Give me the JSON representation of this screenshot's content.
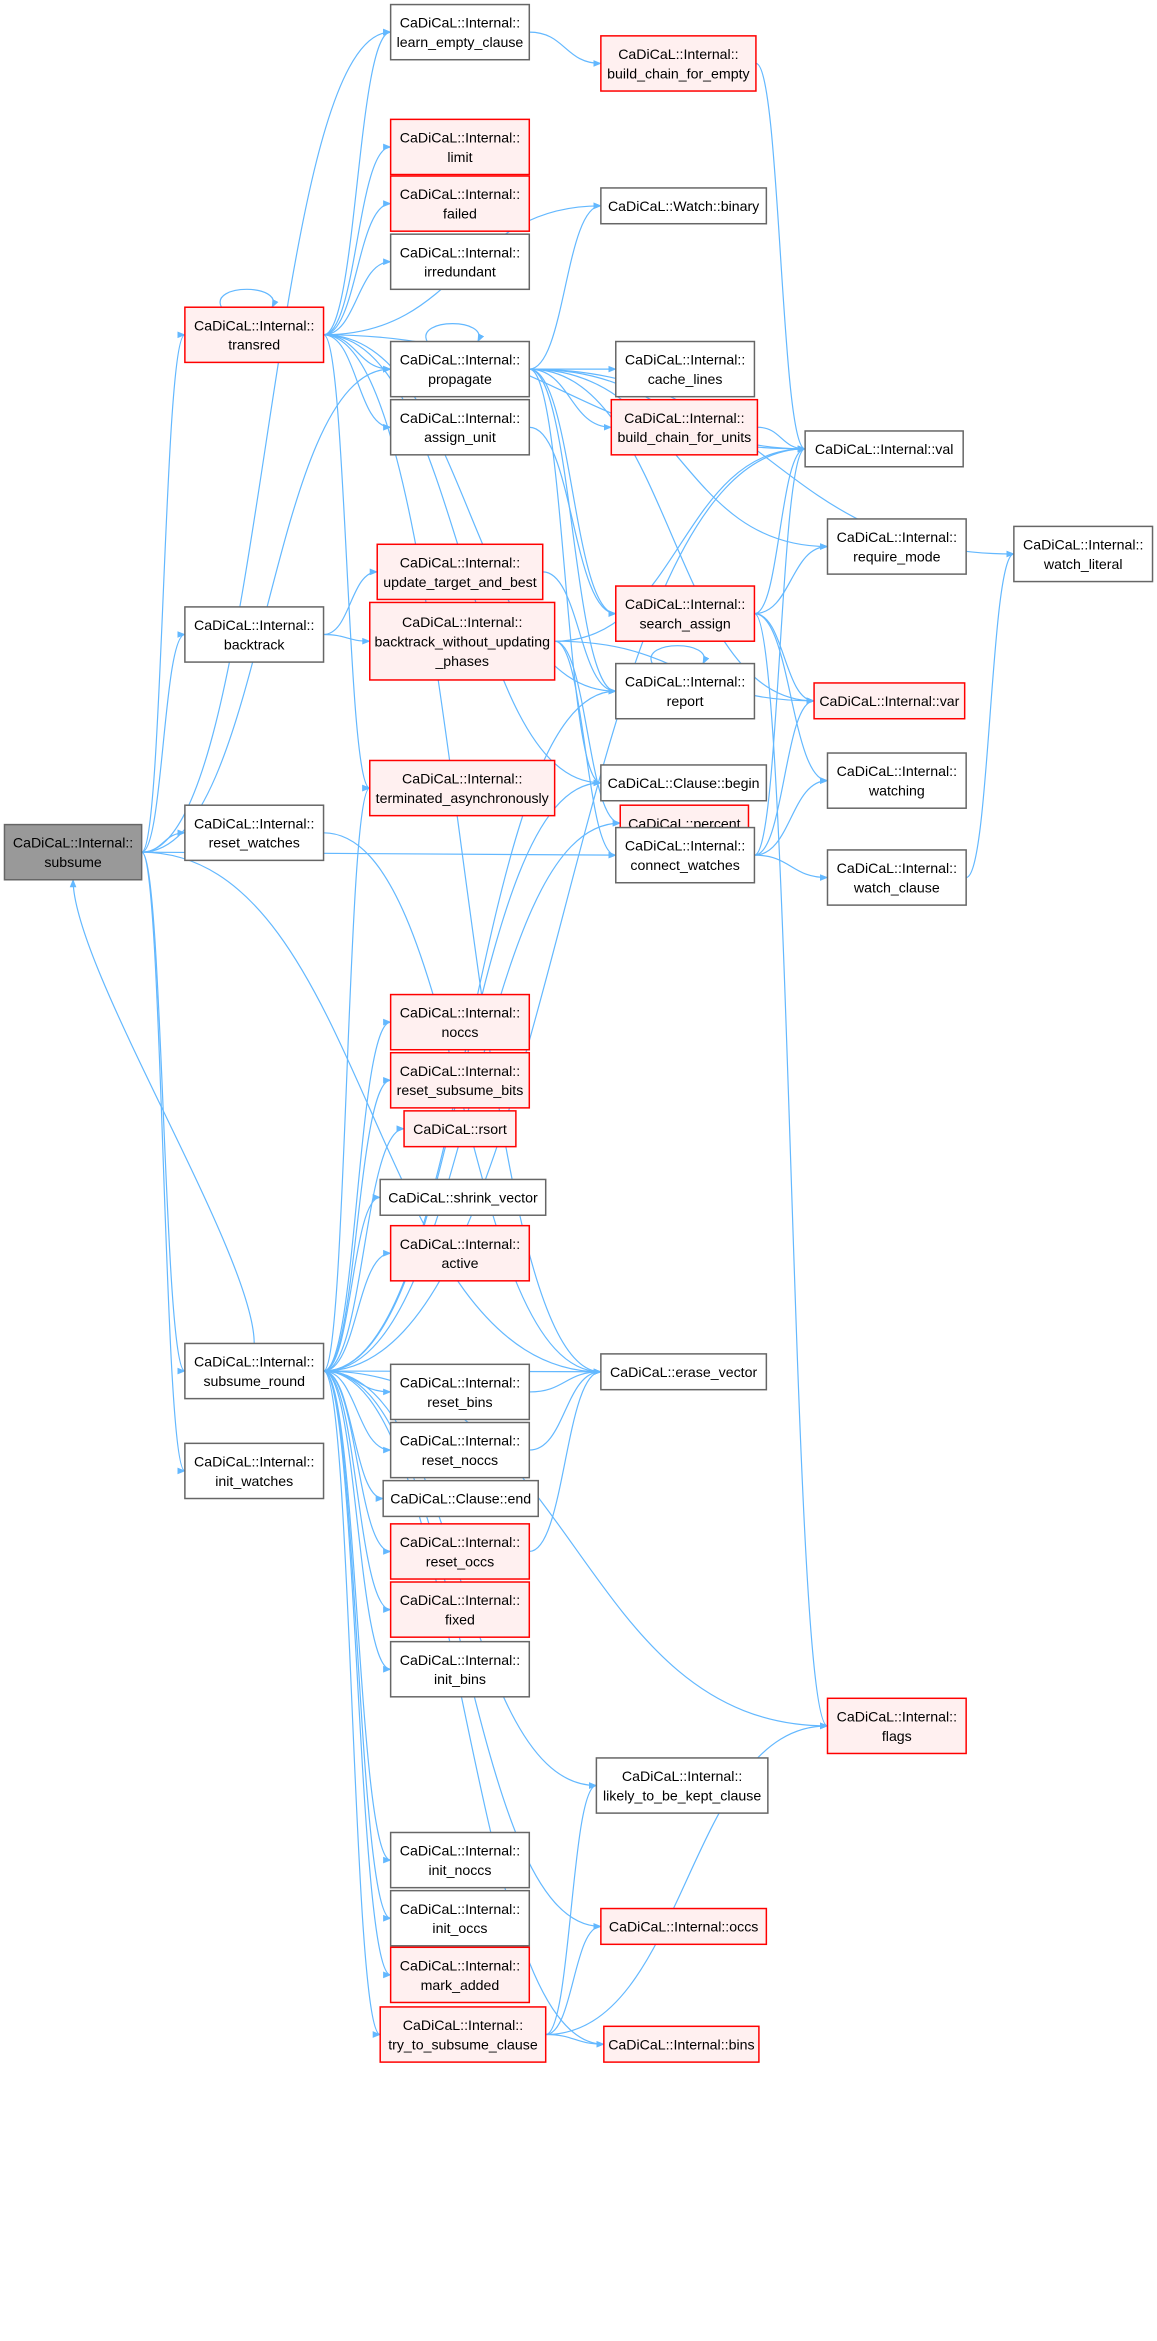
{
  "graph_title": "",
  "colors": {
    "edge": "#63b8ff",
    "red_border": "#ff0000",
    "red_fill": "#fff0f0",
    "root_fill": "#999999"
  },
  "nodes": {
    "subsume": {
      "lines": [
        "CaDiCaL::Internal::",
        "subsume"
      ],
      "style": "root"
    },
    "learn_empty_clause": {
      "lines": [
        "CaDiCaL::Internal::",
        "learn_empty_clause"
      ],
      "style": "normal"
    },
    "build_chain_for_empty": {
      "lines": [
        "CaDiCaL::Internal::",
        "build_chain_for_empty"
      ],
      "style": "red"
    },
    "limit": {
      "lines": [
        "CaDiCaL::Internal::",
        "limit"
      ],
      "style": "red"
    },
    "failed": {
      "lines": [
        "CaDiCaL::Internal::",
        "failed"
      ],
      "style": "red"
    },
    "irredundant": {
      "lines": [
        "CaDiCaL::Internal::",
        "irredundant"
      ],
      "style": "normal"
    },
    "transred": {
      "lines": [
        "CaDiCaL::Internal::",
        "transred"
      ],
      "style": "red"
    },
    "watch_binary": {
      "lines": [
        "CaDiCaL::Watch::binary"
      ],
      "style": "normal"
    },
    "propagate": {
      "lines": [
        "CaDiCaL::Internal::",
        "propagate"
      ],
      "style": "normal"
    },
    "cache_lines": {
      "lines": [
        "CaDiCaL::Internal::",
        "cache_lines"
      ],
      "style": "normal"
    },
    "assign_unit": {
      "lines": [
        "CaDiCaL::Internal::",
        "assign_unit"
      ],
      "style": "normal"
    },
    "build_chain_for_units": {
      "lines": [
        "CaDiCaL::Internal::",
        "build_chain_for_units"
      ],
      "style": "red"
    },
    "val": {
      "lines": [
        "CaDiCaL::Internal::val"
      ],
      "style": "normal"
    },
    "require_mode": {
      "lines": [
        "CaDiCaL::Internal::",
        "require_mode"
      ],
      "style": "normal"
    },
    "watch_literal": {
      "lines": [
        "CaDiCaL::Internal::",
        "watch_literal"
      ],
      "style": "normal"
    },
    "update_target_and_best": {
      "lines": [
        "CaDiCaL::Internal::",
        "update_target_and_best"
      ],
      "style": "red"
    },
    "backtrack": {
      "lines": [
        "CaDiCaL::Internal::",
        "backtrack"
      ],
      "style": "normal"
    },
    "backtrack_without_updating_phases": {
      "lines": [
        "CaDiCaL::Internal::",
        "backtrack_without_updating",
        "_phases"
      ],
      "style": "red"
    },
    "search_assign": {
      "lines": [
        "CaDiCaL::Internal::",
        "search_assign"
      ],
      "style": "red"
    },
    "report": {
      "lines": [
        "CaDiCaL::Internal::",
        "report"
      ],
      "style": "normal"
    },
    "var": {
      "lines": [
        "CaDiCaL::Internal::var"
      ],
      "style": "red"
    },
    "terminated_asynchronously": {
      "lines": [
        "CaDiCaL::Internal::",
        "terminated_asynchronously"
      ],
      "style": "red"
    },
    "clause_begin": {
      "lines": [
        "CaDiCaL::Clause::begin"
      ],
      "style": "normal"
    },
    "watching": {
      "lines": [
        "CaDiCaL::Internal::",
        "watching"
      ],
      "style": "normal"
    },
    "reset_watches": {
      "lines": [
        "CaDiCaL::Internal::",
        "reset_watches"
      ],
      "style": "normal"
    },
    "percent": {
      "lines": [
        "CaDiCaL::percent"
      ],
      "style": "red"
    },
    "connect_watches": {
      "lines": [
        "CaDiCaL::Internal::",
        "connect_watches"
      ],
      "style": "normal"
    },
    "watch_clause": {
      "lines": [
        "CaDiCaL::Internal::",
        "watch_clause"
      ],
      "style": "normal"
    },
    "noccs": {
      "lines": [
        "CaDiCaL::Internal::",
        "noccs"
      ],
      "style": "red"
    },
    "reset_subsume_bits": {
      "lines": [
        "CaDiCaL::Internal::",
        "reset_subsume_bits"
      ],
      "style": "red"
    },
    "rsort": {
      "lines": [
        "CaDiCaL::rsort"
      ],
      "style": "red"
    },
    "shrink_vector": {
      "lines": [
        "CaDiCaL::shrink_vector"
      ],
      "style": "normal"
    },
    "active": {
      "lines": [
        "CaDiCaL::Internal::",
        "active"
      ],
      "style": "red"
    },
    "subsume_round": {
      "lines": [
        "CaDiCaL::Internal::",
        "subsume_round"
      ],
      "style": "normal"
    },
    "erase_vector": {
      "lines": [
        "CaDiCaL::erase_vector"
      ],
      "style": "normal"
    },
    "reset_bins": {
      "lines": [
        "CaDiCaL::Internal::",
        "reset_bins"
      ],
      "style": "normal"
    },
    "reset_noccs": {
      "lines": [
        "CaDiCaL::Internal::",
        "reset_noccs"
      ],
      "style": "normal"
    },
    "clause_end": {
      "lines": [
        "CaDiCaL::Clause::end"
      ],
      "style": "normal"
    },
    "init_watches": {
      "lines": [
        "CaDiCaL::Internal::",
        "init_watches"
      ],
      "style": "normal"
    },
    "reset_occs": {
      "lines": [
        "CaDiCaL::Internal::",
        "reset_occs"
      ],
      "style": "red"
    },
    "fixed": {
      "lines": [
        "CaDiCaL::Internal::",
        "fixed"
      ],
      "style": "red"
    },
    "init_bins": {
      "lines": [
        "CaDiCaL::Internal::",
        "init_bins"
      ],
      "style": "normal"
    },
    "flags": {
      "lines": [
        "CaDiCaL::Internal::",
        "flags"
      ],
      "style": "red"
    },
    "likely_to_be_kept_clause": {
      "lines": [
        "CaDiCaL::Internal::",
        "likely_to_be_kept_clause"
      ],
      "style": "normal"
    },
    "init_noccs": {
      "lines": [
        "CaDiCaL::Internal::",
        "init_noccs"
      ],
      "style": "normal"
    },
    "init_occs": {
      "lines": [
        "CaDiCaL::Internal::",
        "init_occs"
      ],
      "style": "normal"
    },
    "occs": {
      "lines": [
        "CaDiCaL::Internal::occs"
      ],
      "style": "red"
    },
    "mark_added": {
      "lines": [
        "CaDiCaL::Internal::",
        "mark_added"
      ],
      "style": "red"
    },
    "try_to_subsume_clause": {
      "lines": [
        "CaDiCaL::Internal::",
        "try_to_subsume_clause"
      ],
      "style": "red"
    },
    "bins": {
      "lines": [
        "CaDiCaL::Internal::bins"
      ],
      "style": "red"
    }
  },
  "edges": [
    [
      "subsume",
      "learn_empty_clause"
    ],
    [
      "subsume",
      "transred"
    ],
    [
      "subsume",
      "propagate"
    ],
    [
      "subsume",
      "backtrack"
    ],
    [
      "subsume",
      "reset_watches"
    ],
    [
      "subsume",
      "subsume_round"
    ],
    [
      "subsume",
      "init_watches"
    ],
    [
      "subsume",
      "connect_watches"
    ],
    [
      "subsume",
      "erase_vector"
    ],
    [
      "subsume_round",
      "subsume"
    ],
    [
      "learn_empty_clause",
      "build_chain_for_empty"
    ],
    [
      "build_chain_for_empty",
      "val"
    ],
    [
      "transred",
      "transred"
    ],
    [
      "transred",
      "learn_empty_clause"
    ],
    [
      "transred",
      "limit"
    ],
    [
      "transred",
      "failed"
    ],
    [
      "transred",
      "irredundant"
    ],
    [
      "transred",
      "watch_binary"
    ],
    [
      "transred",
      "val"
    ],
    [
      "transred",
      "propagate"
    ],
    [
      "transred",
      "assign_unit"
    ],
    [
      "transred",
      "terminated_asynchronously"
    ],
    [
      "transred",
      "clause_begin"
    ],
    [
      "transred",
      "erase_vector"
    ],
    [
      "transred",
      "report"
    ],
    [
      "propagate",
      "propagate"
    ],
    [
      "propagate",
      "cache_lines"
    ],
    [
      "propagate",
      "build_chain_for_units"
    ],
    [
      "propagate",
      "val"
    ],
    [
      "propagate",
      "watch_literal"
    ],
    [
      "propagate",
      "watch_binary"
    ],
    [
      "propagate",
      "var"
    ],
    [
      "propagate",
      "search_assign"
    ],
    [
      "propagate",
      "require_mode"
    ],
    [
      "propagate",
      "report"
    ],
    [
      "propagate",
      "clause_begin"
    ],
    [
      "build_chain_for_units",
      "val"
    ],
    [
      "assign_unit",
      "search_assign"
    ],
    [
      "search_assign",
      "val"
    ],
    [
      "search_assign",
      "require_mode"
    ],
    [
      "search_assign",
      "var"
    ],
    [
      "search_assign",
      "watching"
    ],
    [
      "search_assign",
      "flags"
    ],
    [
      "backtrack",
      "update_target_and_best"
    ],
    [
      "backtrack",
      "backtrack_without_updating_phases"
    ],
    [
      "update_target_and_best",
      "report"
    ],
    [
      "backtrack_without_updating_phases",
      "val"
    ],
    [
      "backtrack_without_updating_phases",
      "var"
    ],
    [
      "backtrack_without_updating_phases",
      "connect_watches"
    ],
    [
      "backtrack_without_updating_phases",
      "percent"
    ],
    [
      "report",
      "report"
    ],
    [
      "connect_watches",
      "val"
    ],
    [
      "connect_watches",
      "var"
    ],
    [
      "connect_watches",
      "watching"
    ],
    [
      "connect_watches",
      "watch_clause"
    ],
    [
      "watch_clause",
      "watch_literal"
    ],
    [
      "reset_watches",
      "erase_vector"
    ],
    [
      "subsume_round",
      "terminated_asynchronously"
    ],
    [
      "subsume_round",
      "report"
    ],
    [
      "subsume_round",
      "clause_begin"
    ],
    [
      "subsume_round",
      "percent"
    ],
    [
      "subsume_round",
      "val"
    ],
    [
      "subsume_round",
      "noccs"
    ],
    [
      "subsume_round",
      "reset_subsume_bits"
    ],
    [
      "subsume_round",
      "rsort"
    ],
    [
      "subsume_round",
      "shrink_vector"
    ],
    [
      "subsume_round",
      "active"
    ],
    [
      "subsume_round",
      "erase_vector"
    ],
    [
      "subsume_round",
      "reset_bins"
    ],
    [
      "subsume_round",
      "reset_noccs"
    ],
    [
      "subsume_round",
      "clause_end"
    ],
    [
      "subsume_round",
      "reset_occs"
    ],
    [
      "subsume_round",
      "fixed"
    ],
    [
      "subsume_round",
      "init_bins"
    ],
    [
      "subsume_round",
      "flags"
    ],
    [
      "subsume_round",
      "likely_to_be_kept_clause"
    ],
    [
      "subsume_round",
      "occs"
    ],
    [
      "subsume_round",
      "init_noccs"
    ],
    [
      "subsume_round",
      "init_occs"
    ],
    [
      "subsume_round",
      "mark_added"
    ],
    [
      "subsume_round",
      "try_to_subsume_clause"
    ],
    [
      "subsume_round",
      "bins"
    ],
    [
      "reset_bins",
      "erase_vector"
    ],
    [
      "reset_noccs",
      "erase_vector"
    ],
    [
      "reset_occs",
      "erase_vector"
    ],
    [
      "try_to_subsume_clause",
      "likely_to_be_kept_clause"
    ],
    [
      "try_to_subsume_clause",
      "occs"
    ],
    [
      "try_to_subsume_clause",
      "flags"
    ],
    [
      "try_to_subsume_clause",
      "bins"
    ]
  ]
}
